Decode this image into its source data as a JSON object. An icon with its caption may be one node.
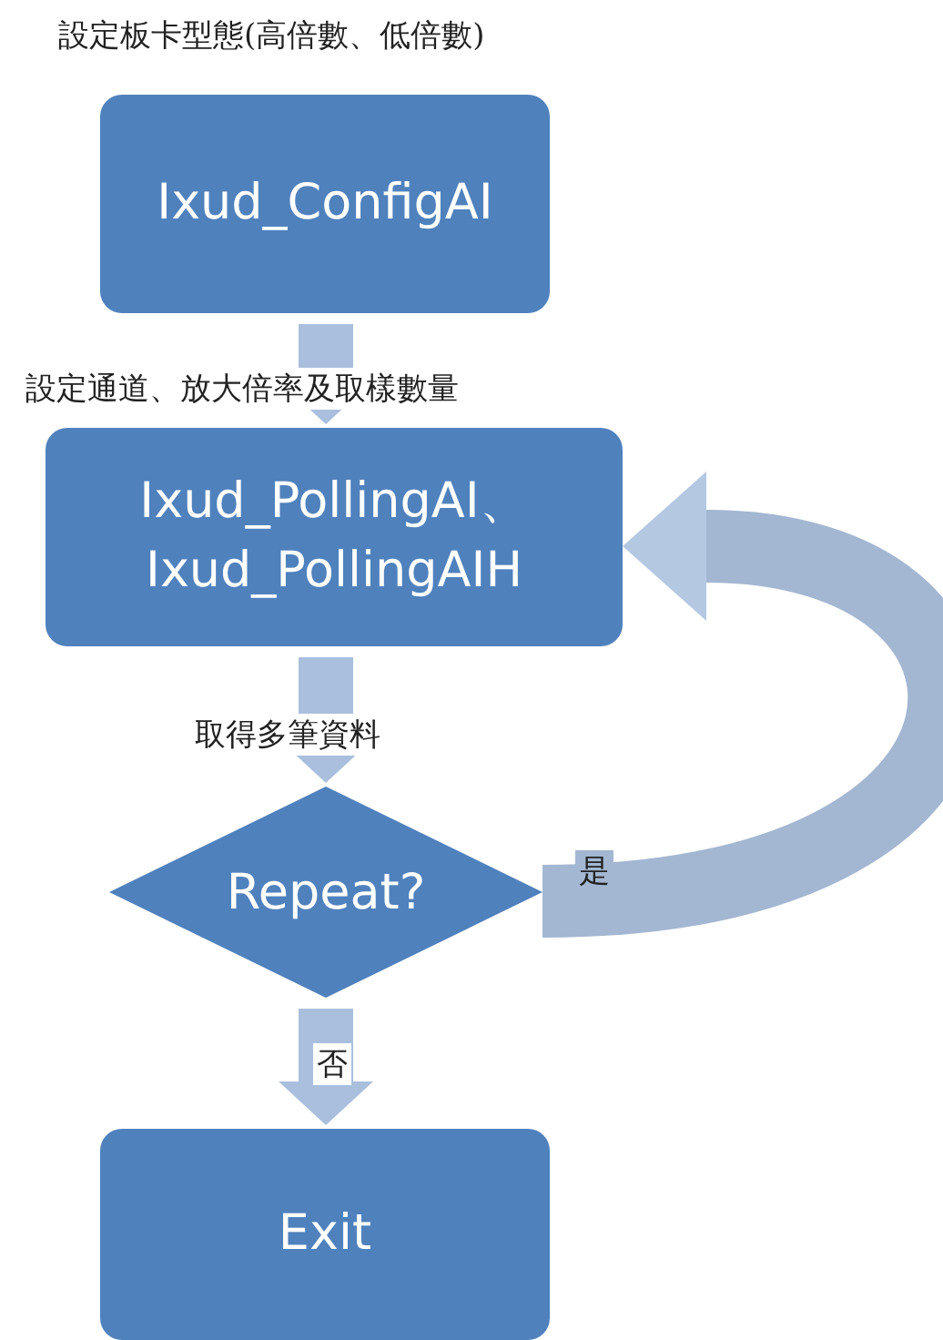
{
  "diagram": {
    "nodes": [
      {
        "text": [
          "Ixud_ConfigAI"
        ],
        "beside": [
          "設定板卡型態(高倍數、低倍數)"
        ]
      },
      {
        "text": [
          "Ixud_PollingAI、 Ixud_PollingAIH"
        ],
        "beside": [
          "設定通道、放大倍率及取樣數量"
        ]
      },
      {
        "text": [
          "Repeat?"
        ]
      },
      {
        "text": [
          "Exit"
        ]
      }
    ],
    "edges": [
      {
        "from": 0,
        "to": 1,
        "arrow": "to"
      },
      {
        "from": 1,
        "to": 2,
        "arrow": "to",
        "label": "取得多筆資料"
      },
      {
        "from": 2,
        "to": 1,
        "arrow": "to",
        "label": "是"
      },
      {
        "from": 2,
        "to": 3,
        "arrow": "to",
        "label": "否"
      }
    ]
  }
}
